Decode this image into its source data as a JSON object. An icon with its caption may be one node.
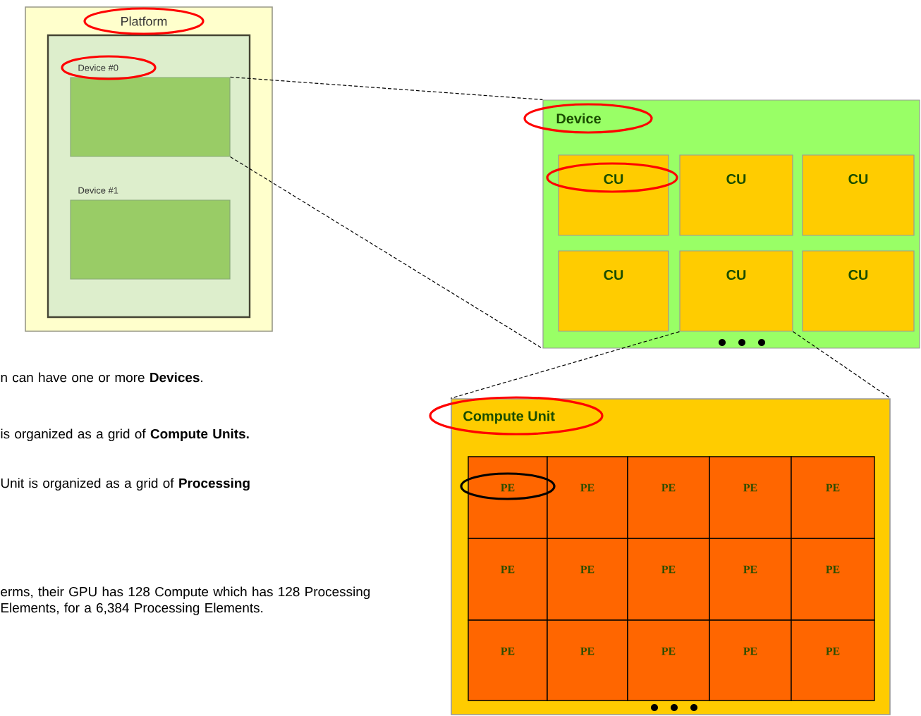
{
  "diagram": {
    "nodes": [
      {
        "text": [
          "Platform"
        ]
      },
      {
        "text": [],
        "shape": "box",
        "in": 0
      },
      {
        "text": [
          "Device #0"
        ],
        "in": 1
      },
      {
        "text": [
          "Device #1"
        ],
        "in": 1
      },
      {
        "text": [
          "Device"
        ]
      },
      {
        "text": [
          "CU"
        ],
        "in": 4
      },
      {
        "text": [
          "CU"
        ],
        "in": 4
      },
      {
        "text": [
          "CU"
        ],
        "in": 4
      },
      {
        "text": [
          "CU"
        ],
        "in": 4
      },
      {
        "text": [
          "CU"
        ],
        "in": 4
      },
      {
        "text": [
          "CU"
        ],
        "in": 4
      },
      {
        "text": [
          "Compute Unit"
        ]
      },
      {
        "text": [
          "PE"
        ],
        "in": 11
      },
      {
        "text": [
          "PE"
        ],
        "in": 11
      },
      {
        "text": [
          "PE"
        ],
        "in": 11
      },
      {
        "text": [
          "PE"
        ],
        "in": 11
      },
      {
        "text": [
          "PE"
        ],
        "in": 11
      },
      {
        "text": [
          "PE"
        ],
        "in": 11
      },
      {
        "text": [
          "PE"
        ],
        "in": 11
      },
      {
        "text": [
          "PE"
        ],
        "in": 11
      },
      {
        "text": [
          "PE"
        ],
        "in": 11
      },
      {
        "text": [
          "PE"
        ],
        "in": 11
      },
      {
        "text": [
          "PE"
        ],
        "in": 11
      },
      {
        "text": [
          "PE"
        ],
        "in": 11
      },
      {
        "text": [
          "PE"
        ],
        "in": 11
      },
      {
        "text": [
          "PE"
        ],
        "in": 11
      },
      {
        "text": [
          "PE"
        ],
        "in": 11
      }
    ],
    "edges": [
      {
        "from": 2,
        "to": 4,
        "arrow": "none",
        "style": "dashed"
      },
      {
        "from": 2,
        "to": 4,
        "arrow": "none",
        "style": "dashed"
      },
      {
        "from": 9,
        "to": 11,
        "arrow": "none",
        "style": "dashed"
      },
      {
        "from": 9,
        "to": 11,
        "arrow": "none",
        "style": "dashed"
      }
    ],
    "labels": [
      "n can have one or more **Devices**.",
      "is organized as a grid of **Compute Units.**",
      "Unit is organized as a grid of **Processing**",
      "erms, their GPU has 128 Compute which has 128 Processing Elements, for a 6,384 Processing Elements."
    ]
  }
}
